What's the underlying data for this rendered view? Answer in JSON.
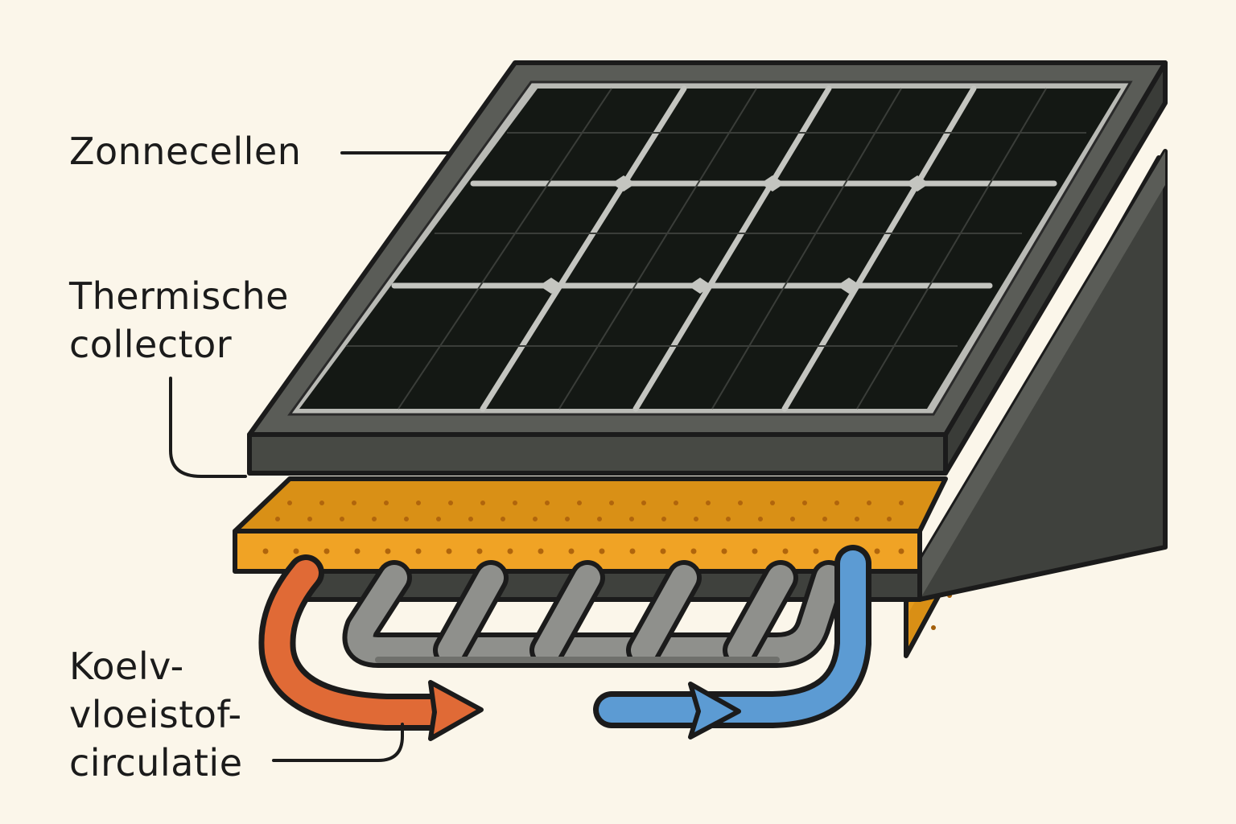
{
  "labels": {
    "solar_cells": "Zonnecellen",
    "thermal_collector": [
      "Thermische",
      "collector"
    ],
    "coolant_circulation": [
      "Koelv-",
      "vloeistof-",
      "circulatie"
    ]
  },
  "colors": {
    "background": "#fbf6ea",
    "frame": "#4f524d",
    "cell": "#151915",
    "collector": "#f0a325",
    "pipe": "#8f908c",
    "hot_flow": "#e06a36",
    "cold_flow": "#5c9bd3",
    "outline": "#1b1b1b"
  },
  "icons": {
    "hot_arrow": "hot-flow-arrow-icon",
    "cold_arrow": "cold-flow-arrow-icon"
  }
}
